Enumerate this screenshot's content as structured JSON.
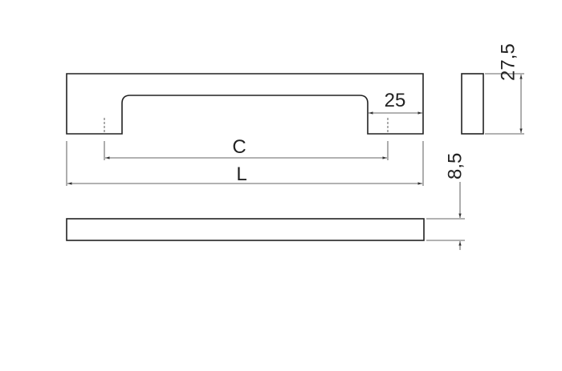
{
  "dimensions": {
    "handle_width": "25",
    "center_distance": "C",
    "length": "L",
    "height": "27,5",
    "thickness": "8,5"
  },
  "colors": {
    "line": "#222222",
    "background": "#ffffff"
  }
}
